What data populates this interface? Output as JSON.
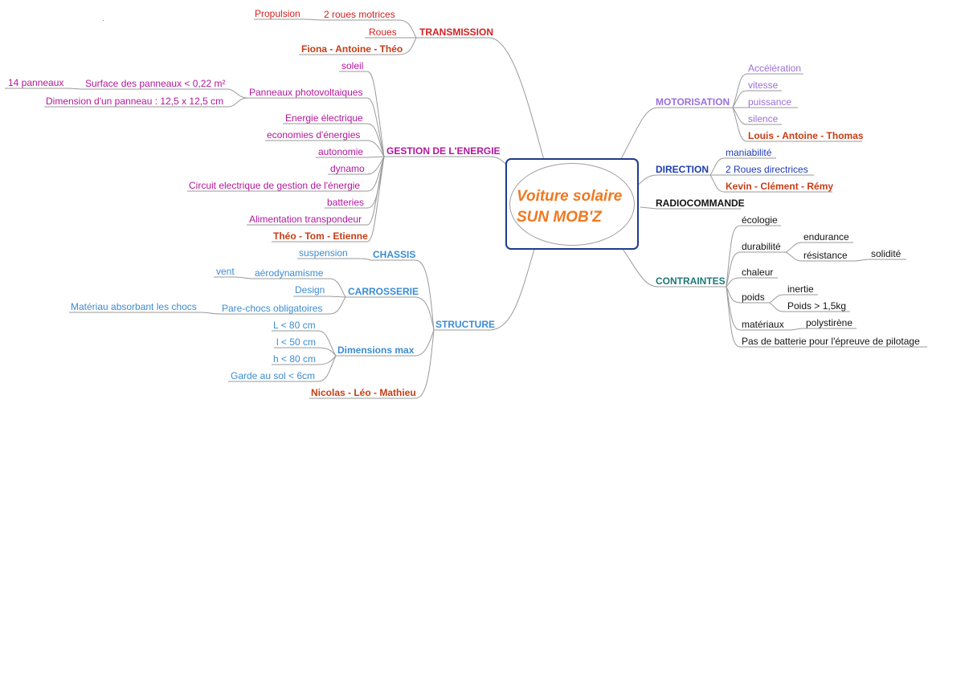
{
  "central": {
    "line1": "Voiture solaire",
    "line2": "SUN MOB'Z",
    "color": "#f07820",
    "border_color": "#1e3c8c"
  },
  "colors": {
    "transmission": "#d42020",
    "gestion": "#b4169c",
    "structure": "#3c8cd2",
    "motorisation": "#9a70d8",
    "direction": "#1e3cb4",
    "radiocommande": "#141414",
    "contraintes": "#1e7878",
    "names": "#c83c14",
    "line": "#909090"
  },
  "transmission": {
    "label": "TRANSMISSION",
    "motrices": "2 roues motrices",
    "propulsion": "Propulsion",
    "roues": "Roues",
    "team": "Fiona - Antoine - Théo"
  },
  "gestion": {
    "label": "GESTION DE L'ENERGIE",
    "soleil": "soleil",
    "panneaux": "Panneaux photovoltaiques",
    "surface": "Surface des panneaux < 0,22 m²",
    "quatorze": "14 panneaux",
    "dimension": "Dimension d'un panneau : 12,5 x 12,5 cm",
    "energie": "Energie électrique",
    "economies": "economies d'énergies",
    "autonomie": "autonomie",
    "dynamo": "dynamo",
    "circuit": "Circuit electrique de gestion de l'énergie",
    "batteries": "batteries",
    "alimentation": "Alimentation transpondeur",
    "team": "Théo - Tom - Etienne"
  },
  "structure": {
    "label": "STRUCTURE",
    "chassis": "CHASSIS",
    "suspension": "suspension",
    "carrosserie": "CARROSSERIE",
    "aero": "aérodynamisme",
    "vent": "vent",
    "design": "Design",
    "parechocs": "Pare-chocs obligatoires",
    "materiau": "Matériau absorbant les chocs",
    "dimensions": "Dimensions max",
    "L": "L < 80 cm",
    "l": "l < 50 cm",
    "h": "h < 80 cm",
    "garde": "Garde au sol < 6cm",
    "team": "Nicolas - Léo - Mathieu"
  },
  "motorisation": {
    "label": "MOTORISATION",
    "acceleration": "Accélération",
    "vitesse": "vitesse",
    "puissance": "puissance",
    "silence": "silence",
    "team": "Louis - Antoine - Thomas"
  },
  "direction": {
    "label": "DIRECTION",
    "maniabilite": "maniabilité",
    "roues": "2 Roues directrices",
    "team": "Kevin - Clément - Rémy"
  },
  "radiocommande": {
    "label": "RADIOCOMMANDE"
  },
  "contraintes": {
    "label": "CONTRAINTES",
    "ecologie": "écologie",
    "durabilite": "durabilité",
    "endurance": "endurance",
    "resistance": "résistance",
    "solidite": "solidité",
    "chaleur": "chaleur",
    "poids": "poids",
    "inertie": "inertie",
    "poids15": "Poids > 1,5kg",
    "materiaux": "matériaux",
    "polystirene": "polystirène",
    "batterie": "Pas de batterie pour l'épreuve de pilotage"
  }
}
